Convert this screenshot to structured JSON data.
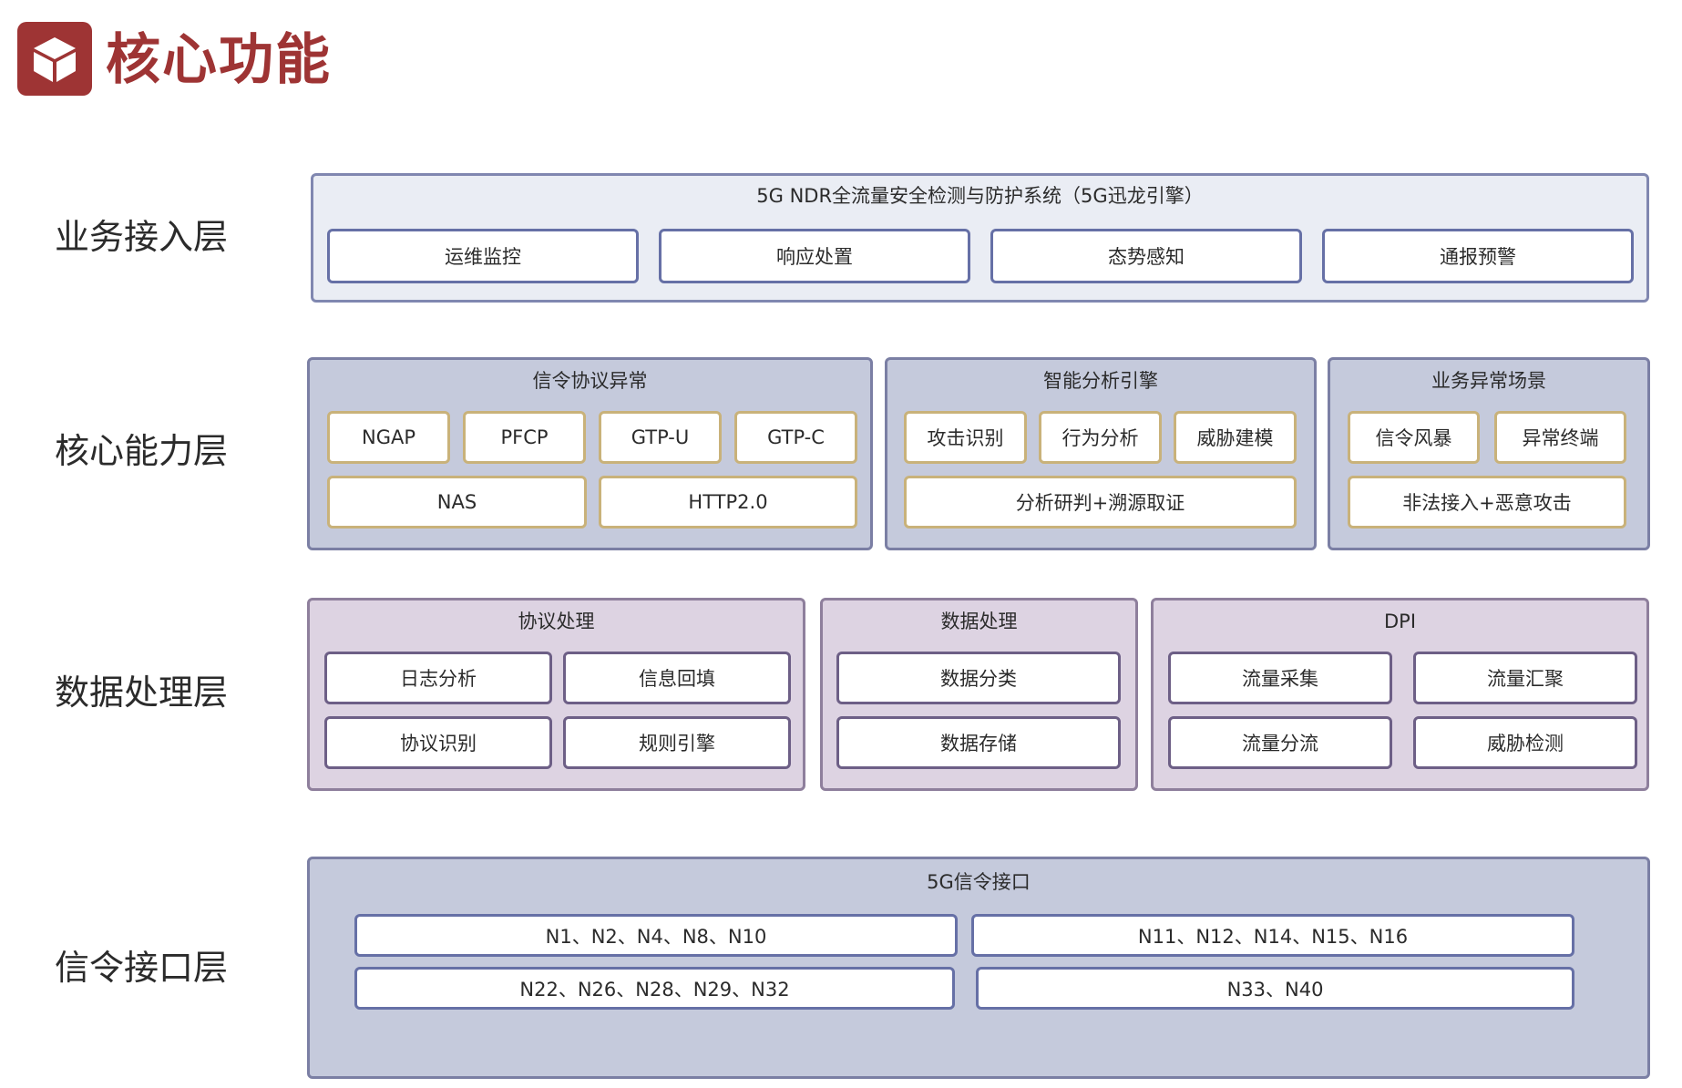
{
  "header": {
    "title": "核心功能",
    "icon": "cube-icon",
    "accent_color": "#9e3434"
  },
  "layers": {
    "business": {
      "label": "业务接入层",
      "title": "5G NDR全流量安全检测与防护系统（5G迅龙引擎）",
      "items": [
        "运维监控",
        "响应处置",
        "态势感知",
        "通报预警"
      ]
    },
    "core": {
      "label": "核心能力层",
      "groups": [
        {
          "title": "信令协议异常",
          "items": [
            "NGAP",
            "PFCP",
            "GTP-U",
            "GTP-C",
            "NAS",
            "HTTP2.0"
          ]
        },
        {
          "title": "智能分析引擎",
          "items": [
            "攻击识别",
            "行为分析",
            "威胁建模",
            "分析研判+溯源取证"
          ]
        },
        {
          "title": "业务异常场景",
          "items": [
            "信令风暴",
            "异常终端",
            "非法接入+恶意攻击"
          ]
        }
      ]
    },
    "data": {
      "label": "数据处理层",
      "groups": [
        {
          "title": "协议处理",
          "items": [
            "日志分析",
            "信息回填",
            "协议识别",
            "规则引擎"
          ]
        },
        {
          "title": "数据处理",
          "items": [
            "数据分类",
            "数据存储"
          ]
        },
        {
          "title": "DPI",
          "items": [
            "流量采集",
            "流量汇聚",
            "流量分流",
            "威胁检测"
          ]
        }
      ]
    },
    "signal": {
      "label": "信令接口层",
      "title": "5G信令接口",
      "items": [
        "N1、N2、N4、N8、N10",
        "N11、N12、N14、N15、N16",
        "N22、N26、N28、N29、N32",
        "N33、N40"
      ]
    }
  }
}
